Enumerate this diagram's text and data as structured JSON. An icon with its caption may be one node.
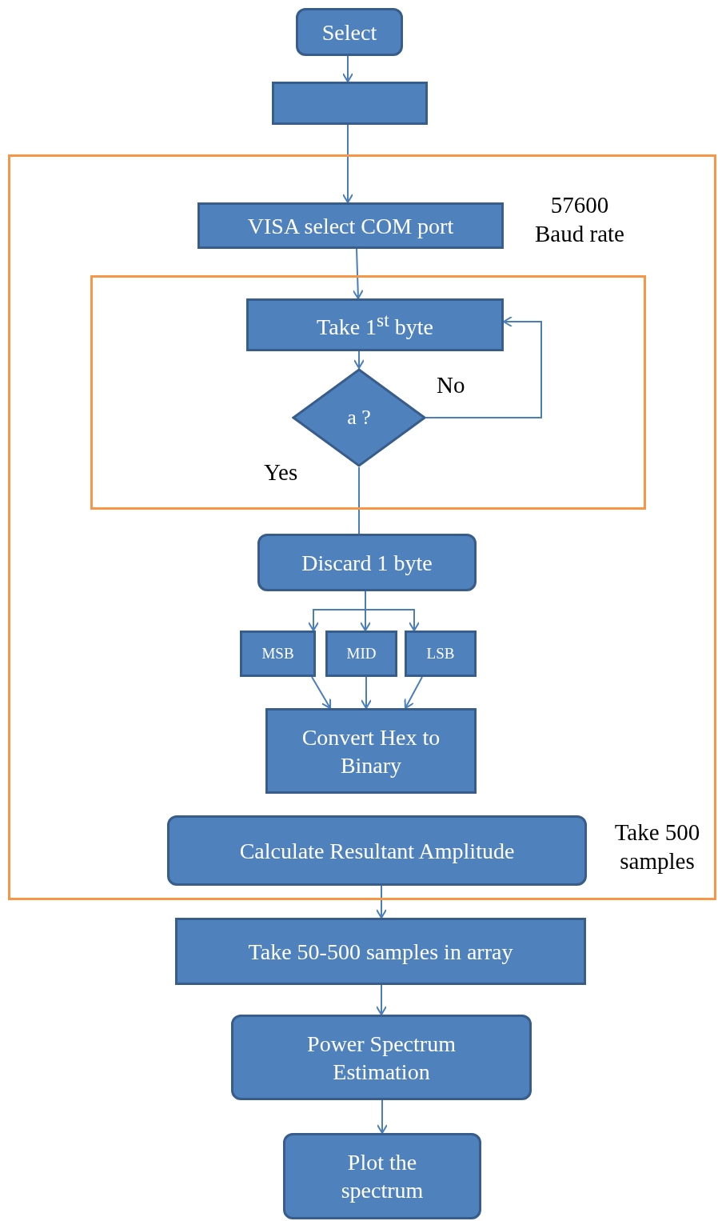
{
  "diagram": {
    "nodes": [
      {
        "text": [
          "Select"
        ]
      },
      {
        "text": [],
        "shape": "box"
      },
      {
        "text": [],
        "shape": "box"
      },
      {
        "text": [
          "VISA select COM port"
        ],
        "in": 2,
        "beside": [
          "57600 Baud rate"
        ]
      },
      {
        "text": [],
        "shape": "box",
        "in": 2
      },
      {
        "text": [
          "Take 1$^{st}$ byte"
        ],
        "in": 4
      },
      {
        "text": [
          "a ?"
        ],
        "in": 4
      },
      {
        "text": [
          "Discard 1 byte"
        ],
        "in": 2
      },
      {
        "text": [
          "MSB"
        ],
        "in": 2
      },
      {
        "text": [
          "MID"
        ],
        "in": 2
      },
      {
        "text": [
          "LSB"
        ],
        "in": 2
      },
      {
        "text": [
          "Convert Hex to Binary"
        ],
        "in": 2
      },
      {
        "text": [
          "Calculate Resultant Amplitude"
        ],
        "in": 2,
        "beside": [
          "Take 500 samples"
        ]
      },
      {
        "text": [
          "Take 50-500 samples in array"
        ]
      },
      {
        "text": [
          "Power Spectrum Estimation"
        ]
      },
      {
        "text": [
          "Plot the spectrum"
        ]
      }
    ],
    "edges": [
      {
        "from": 0,
        "to": 1,
        "arrow": "to"
      },
      {
        "from": 1,
        "to": 3,
        "arrow": "to"
      },
      {
        "from": 3,
        "to": 5,
        "arrow": "to"
      },
      {
        "from": 5,
        "to": 6,
        "arrow": "to"
      },
      {
        "from": 6,
        "to": 5,
        "arrow": "to",
        "label": "No"
      },
      {
        "from": 6,
        "to": 7,
        "arrow": "none",
        "label": "Yes"
      },
      {
        "from": 7,
        "to": 8,
        "arrow": "to"
      },
      {
        "from": 7,
        "to": 9,
        "arrow": "to"
      },
      {
        "from": 7,
        "to": 10,
        "arrow": "to"
      },
      {
        "from": 8,
        "to": 11,
        "arrow": "to"
      },
      {
        "from": 9,
        "to": 11,
        "arrow": "to"
      },
      {
        "from": 10,
        "to": 11,
        "arrow": "to"
      },
      {
        "from": 12,
        "to": 13,
        "arrow": "to"
      },
      {
        "from": 13,
        "to": 14,
        "arrow": "to"
      },
      {
        "from": 14,
        "to": 15,
        "arrow": "to"
      }
    ]
  }
}
